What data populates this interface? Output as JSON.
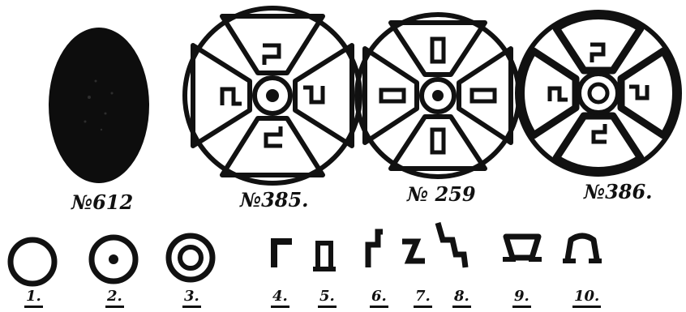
{
  "plate": {
    "figures": [
      {
        "number": "№612"
      },
      {
        "number": "№385."
      },
      {
        "number": "№ 259"
      },
      {
        "number": "№386."
      }
    ],
    "elements": [
      {
        "label": "1."
      },
      {
        "label": "2."
      },
      {
        "label": "3."
      },
      {
        "label": "4."
      },
      {
        "label": "5."
      },
      {
        "label": "6."
      },
      {
        "label": "7."
      },
      {
        "label": "8."
      },
      {
        "label": "9."
      },
      {
        "label": "10."
      }
    ]
  }
}
